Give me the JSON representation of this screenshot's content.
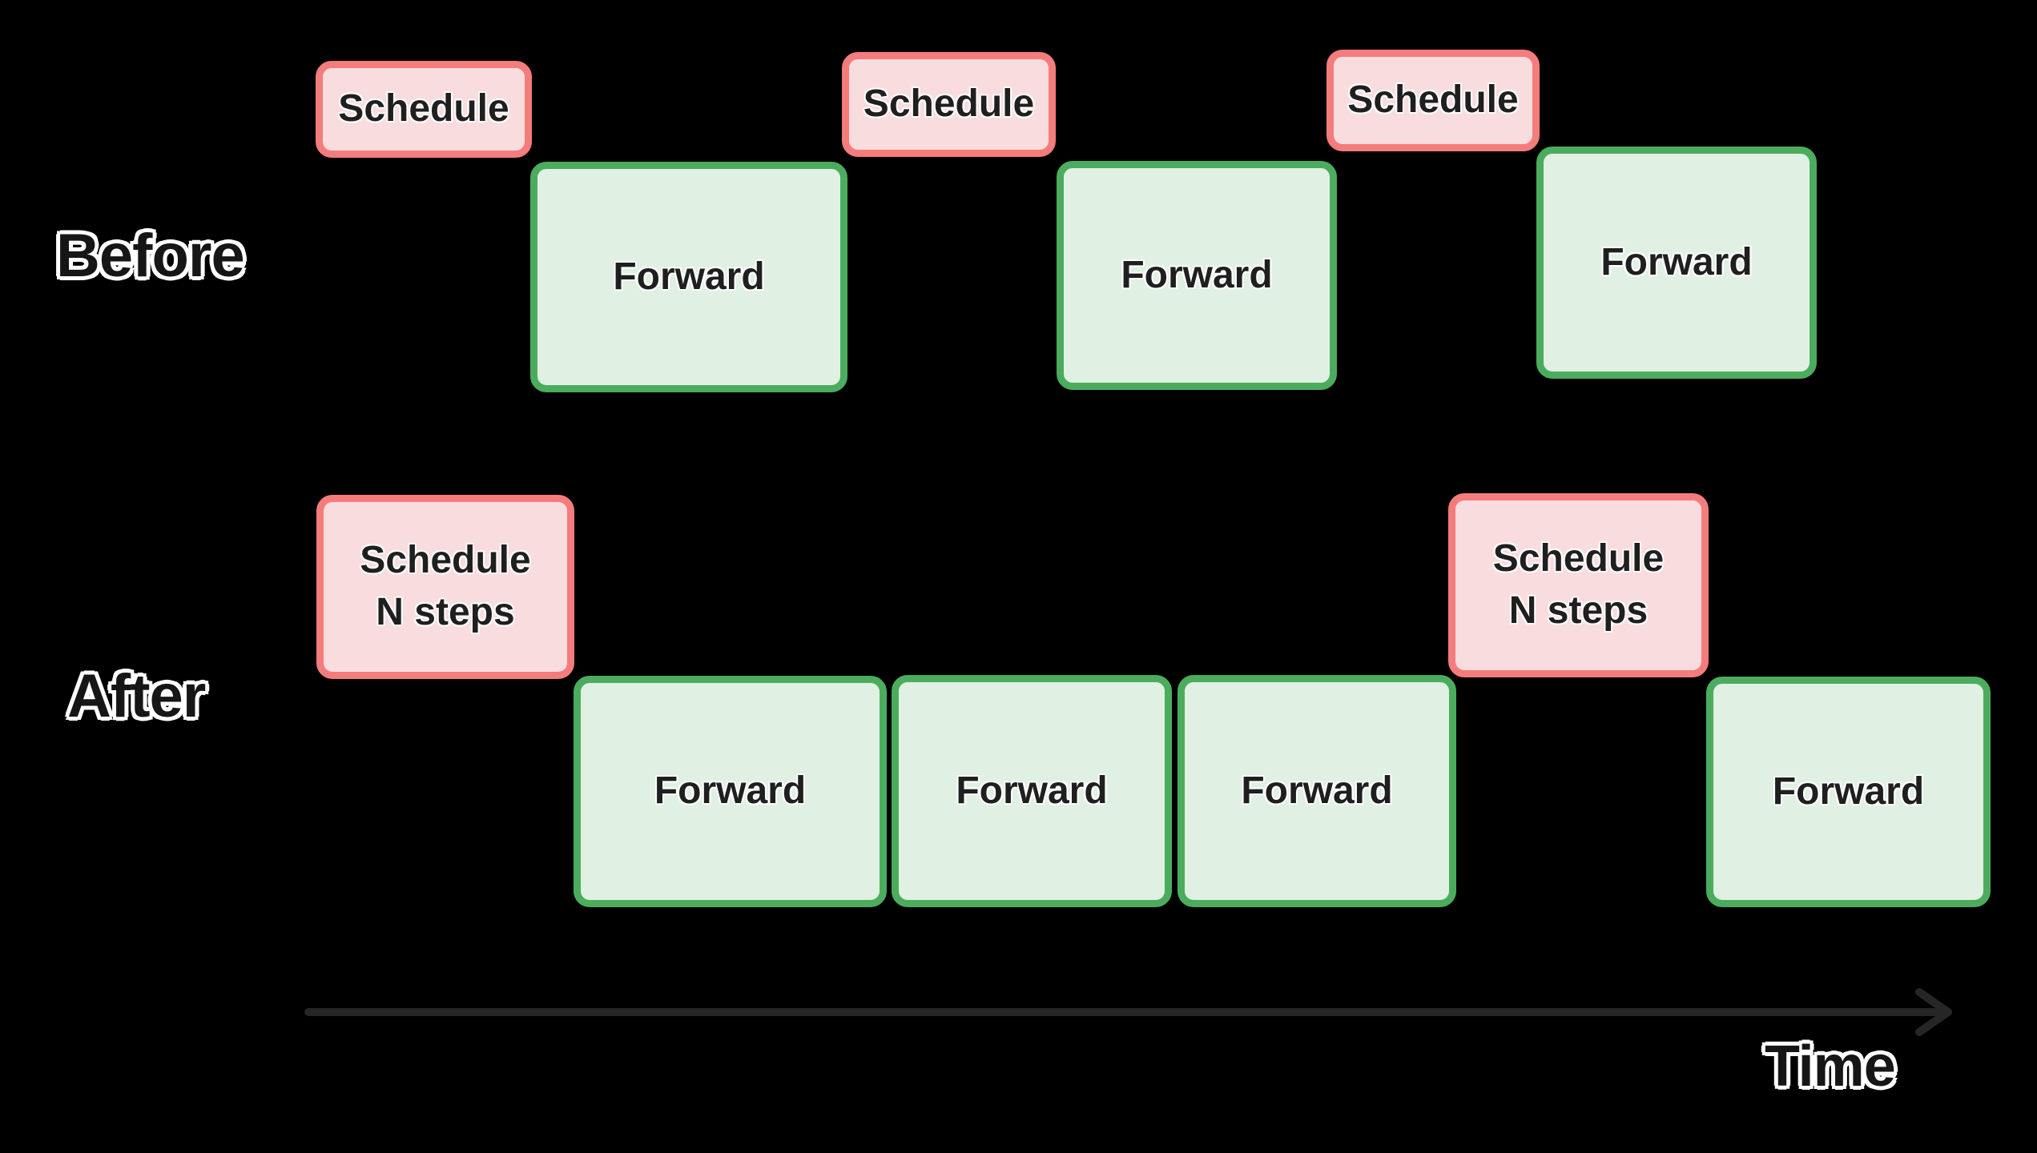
{
  "diagram": {
    "colors": {
      "background": "#000000",
      "schedule_border": "#F57C7C",
      "schedule_fill": "#F8DCDE",
      "forward_border": "#4CAC5E",
      "forward_fill": "#E0F0E3",
      "box_text": "#1F1F1F",
      "label_text": "#161616",
      "label_outline": "#FFFFFF",
      "axis_color": "#262626"
    },
    "rows": [
      {
        "label": "Before",
        "boxes": [
          {
            "type": "schedule",
            "label": "Schedule"
          },
          {
            "type": "forward",
            "label": "Forward"
          },
          {
            "type": "schedule",
            "label": "Schedule"
          },
          {
            "type": "forward",
            "label": "Forward"
          },
          {
            "type": "schedule",
            "label": "Schedule"
          },
          {
            "type": "forward",
            "label": "Forward"
          }
        ]
      },
      {
        "label": "After",
        "boxes": [
          {
            "type": "schedule",
            "label": "Schedule\nN steps"
          },
          {
            "type": "forward",
            "label": "Forward"
          },
          {
            "type": "forward",
            "label": "Forward"
          },
          {
            "type": "forward",
            "label": "Forward"
          },
          {
            "type": "schedule",
            "label": "Schedule\nN steps"
          },
          {
            "type": "forward",
            "label": "Forward"
          }
        ]
      }
    ],
    "axis": {
      "label": "Time"
    }
  }
}
